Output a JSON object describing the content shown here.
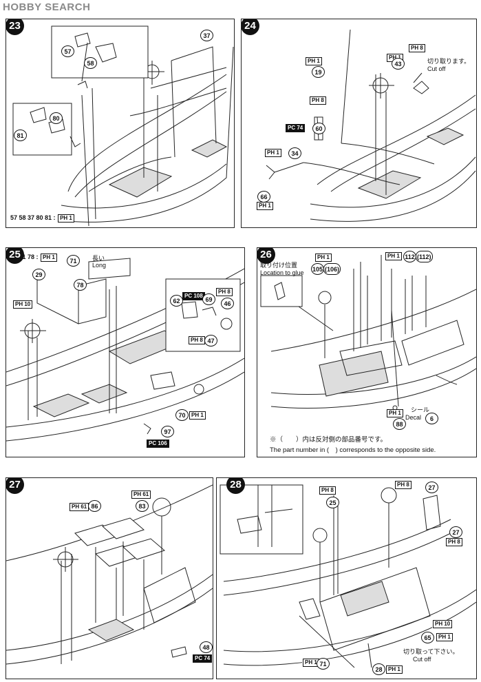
{
  "watermark": "HOBBY SEARCH",
  "steps": [
    {
      "number": "23"
    },
    {
      "number": "24"
    },
    {
      "number": "25"
    },
    {
      "number": "26"
    },
    {
      "number": "27"
    },
    {
      "number": "28"
    }
  ],
  "step23": {
    "callouts": [
      "57",
      "58",
      "37",
      "80",
      "81"
    ],
    "footer_parts": "57 58 37 80 81 :",
    "runner": "PH 1"
  },
  "step24": {
    "callouts": [
      "43",
      "19",
      "60",
      "34",
      "66"
    ],
    "cut_jp": "切り取ります。",
    "cut_en": "Cut off",
    "runner_19": "PH 1",
    "runner_43": "PH 1",
    "runner_43b": "PH 8",
    "runner_60a": "PH 8",
    "runner_60b": "PC 74",
    "runner_34": "PH 1",
    "runner_66": "PH 1"
  },
  "step25": {
    "header_parts": "29 71 78 :",
    "header_runner": "PH 1",
    "callouts": [
      "71",
      "29",
      "78",
      "62",
      "69",
      "46",
      "47",
      "70",
      "97"
    ],
    "long_jp": "長い",
    "long_en": "Long",
    "runner_29": "PH 10",
    "runner_62": "PC 108",
    "runner_46": "PH 8",
    "runner_47": "PH 8",
    "runner_70": "PH 1",
    "runner_97": "PC 106"
  },
  "step26": {
    "location_jp": "取り付け位置",
    "location_en": "Location to glue",
    "callouts": [
      "105",
      "(106)",
      "112",
      "(112)",
      "88",
      "6"
    ],
    "runner_105": "PH 1",
    "runner_112": "PH 1",
    "runner_88": "PH 1",
    "decal_jp": "シール",
    "decal_en": "Decal",
    "note_jp": "※（　　）内は反対側の部品番号です。",
    "note_en": "The part number in (　) corresponds to the opposite side."
  },
  "step27": {
    "callouts": [
      "86",
      "83",
      "48"
    ],
    "runner_86": "PH 61",
    "runner_83": "PH 61",
    "runner_48": "PC 74"
  },
  "step28": {
    "callouts": [
      "25",
      "27",
      "27",
      "65",
      "71",
      "28"
    ],
    "runner_25": "PH 8",
    "runner_27a": "PH 8",
    "runner_27b": "PH 8",
    "runner_65a": "PH 10",
    "runner_65b": "PH 1",
    "runner_71": "PH 1",
    "runner_28": "PH 1",
    "cut_jp": "切り取って下さい。",
    "cut_en": "Cut off"
  }
}
